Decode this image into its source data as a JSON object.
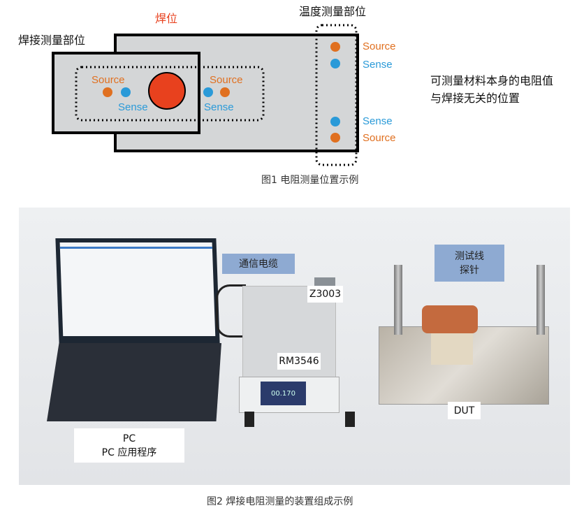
{
  "figure1": {
    "weld_label": "焊位",
    "weld_measure_label": "焊接测量部位",
    "temp_measure_label": "温度测量部位",
    "note_line1": "可测量材料本身的电阻值",
    "note_line2": "与焊接无关的位置",
    "source": "Source",
    "sense": "Sense",
    "caption": "图1 电阻测量位置示例",
    "colors": {
      "source": "#e07020",
      "sense": "#2a9ad8",
      "weld": "#e8411e",
      "plate": "#d4d6d7"
    }
  },
  "figure2": {
    "comm_cable": "通信电缆",
    "z3003": "Z3003",
    "rm3546": "RM3546",
    "probe_line1": "测试线",
    "probe_line2": "探针",
    "dut": "DUT",
    "pc_line1": "PC",
    "pc_line2": "PC 应用程序",
    "display_value": "00.170",
    "caption": "图2 焊接电阻测量的装置组成示例"
  }
}
